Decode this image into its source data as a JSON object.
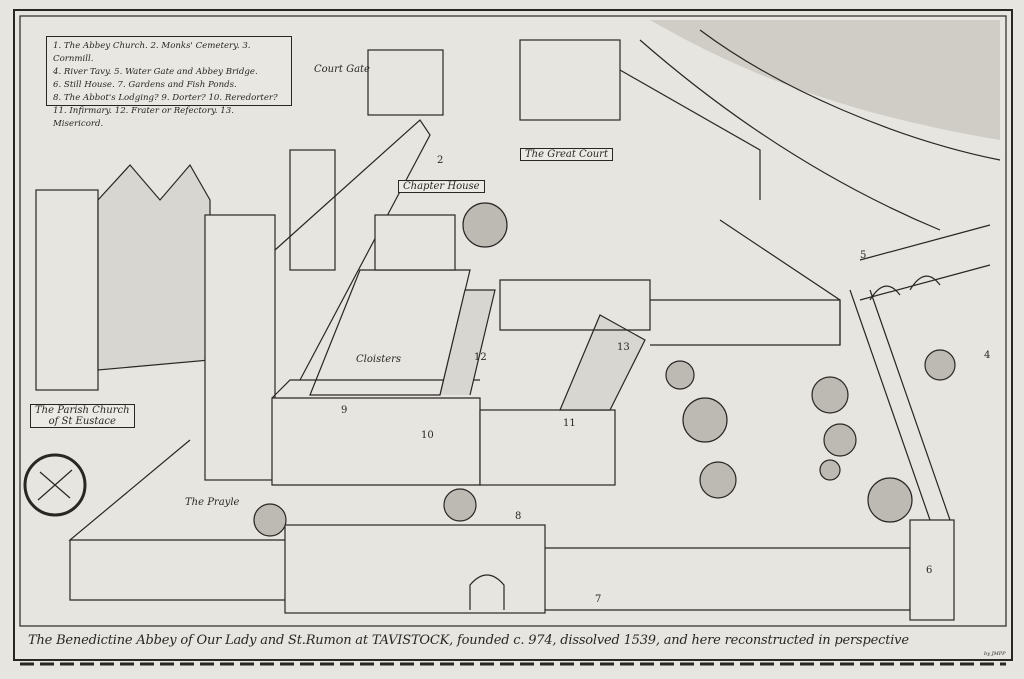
{
  "legend": {
    "lines": [
      "1. The Abbey Church. 2. Monks' Cemetery. 3. Cornmill.",
      "4. River Tavy. 5. Water Gate and Abbey Bridge.",
      "6. Still House. 7. Gardens and Fish Ponds.",
      "8. The Abbot's Lodging? 9. Dorter? 10. Reredorter?",
      "11. Infirmary. 12. Frater or Refectory. 13. Misericord."
    ]
  },
  "labels": {
    "court_gate": "Court Gate",
    "great_court": "The Great Court",
    "chapter_house": "Chapter House",
    "cloisters": "Cloisters",
    "parish_church_1": "The Parish Church",
    "parish_church_2": "of St Eustace",
    "prayle": "The Prayle"
  },
  "numbers": [
    "2",
    "4",
    "5",
    "6",
    "7",
    "8",
    "9",
    "10",
    "11",
    "12",
    "13"
  ],
  "caption": "The Benedictine Abbey of Our Lady and St.Rumon at TAVISTOCK, founded c. 974, dissolved 1539, and here reconstructed in perspective",
  "signature": "by JMPP",
  "colors": {
    "paper": "#e6e5e0",
    "ink": "#2a2624"
  }
}
